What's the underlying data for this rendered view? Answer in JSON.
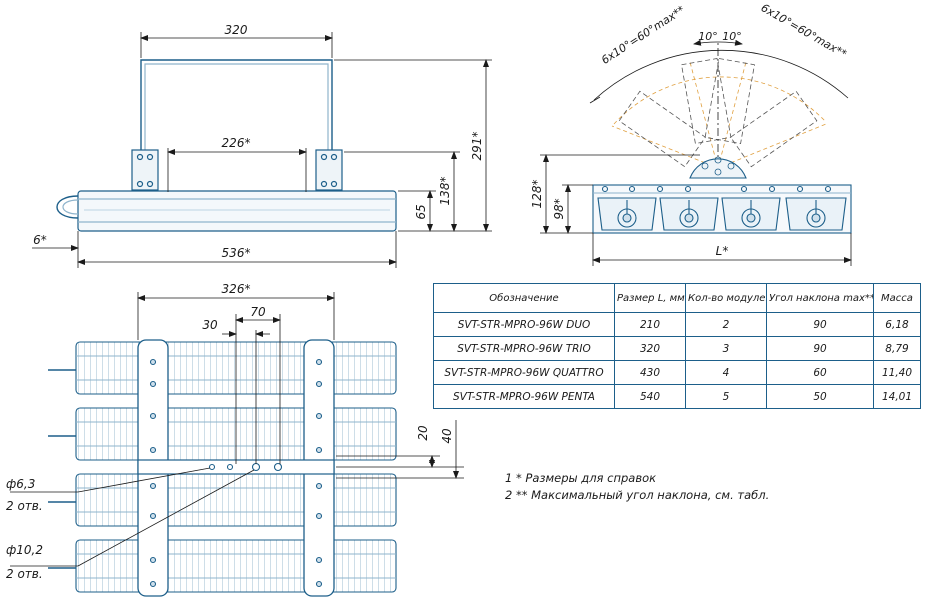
{
  "front_view": {
    "dim_top": "320",
    "dim_inner": "226*",
    "dim_height_total": "291*",
    "dim_height_mid": "138*",
    "dim_height_body": "65",
    "dim_length": "536*",
    "dim_offset": "6*"
  },
  "side_view": {
    "angle_left": "6x10°=60°max**",
    "angle_right": "6x10°=60°max**",
    "step_left": "10°",
    "step_right": "10°",
    "dim_height_total": "128*",
    "dim_height_body": "98*",
    "dim_length": "L*"
  },
  "plan_view": {
    "dim_width": "326*",
    "dim_70": "70",
    "dim_30": "30",
    "dim_20": "20",
    "dim_40": "40",
    "hole_small": "ф6,3",
    "hole_small_count": "2 отв.",
    "hole_large": "ф10,2",
    "hole_large_count": "2 отв."
  },
  "spec_table": {
    "headers": [
      "Обозначение",
      "Размер L, мм",
      "Кол-во модулей",
      "Угол наклона max**,°",
      "Масса"
    ],
    "rows": [
      [
        "SVT-STR-MPRO-96W DUO",
        "210",
        "2",
        "90",
        "6,18"
      ],
      [
        "SVT-STR-MPRO-96W TRIO",
        "320",
        "3",
        "90",
        "8,79"
      ],
      [
        "SVT-STR-MPRO-96W QUATTRO",
        "430",
        "4",
        "60",
        "11,40"
      ],
      [
        "SVT-STR-MPRO-96W PENTA",
        "540",
        "5",
        "50",
        "14,01"
      ]
    ]
  },
  "notes": [
    "1  * Размеры для справок",
    "2  ** Максимальный угол наклона, см. табл."
  ],
  "colors": {
    "outline": "#1d5f8a",
    "light": "#8fb4cc",
    "dim": "#1a1a1a",
    "fan": "#e0a040"
  }
}
